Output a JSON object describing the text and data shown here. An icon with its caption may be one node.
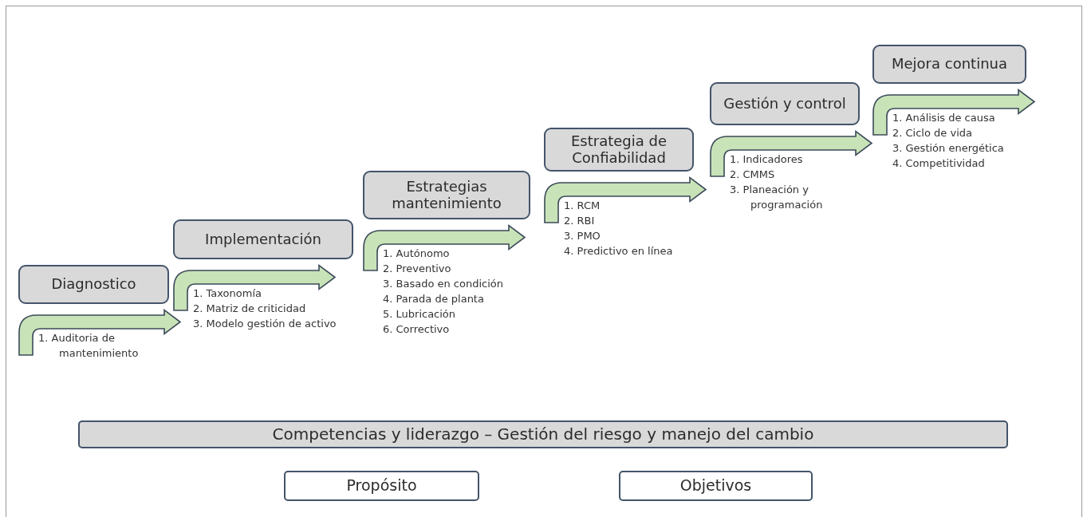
{
  "diagram": {
    "nodes": [
      {
        "text": [
          "Diagnostico"
        ],
        "beside": [
          "1. Auditoria de mantenimiento"
        ]
      },
      {
        "text": [
          "Implementación"
        ],
        "beside": [
          "1. Taxonomía",
          "2. Matriz de criticidad",
          "3. Modelo gestión de activo"
        ]
      },
      {
        "text": [
          "Estrategias mantenimiento"
        ],
        "beside": [
          "1. Autónomo",
          "2. Preventivo",
          "3. Basado en condición",
          "4. Parada de planta",
          "5. Lubricación",
          "6. Correctivo"
        ]
      },
      {
        "text": [
          "Estrategia de Confiabilidad"
        ],
        "beside": [
          "1. RCM",
          "2. RBI",
          "3. PMO",
          "4. Predictivo en línea"
        ]
      },
      {
        "text": [
          "Gestión y control"
        ],
        "beside": [
          "1. Indicadores",
          "2. CMMS",
          "3. Planeación y programación"
        ]
      },
      {
        "text": [
          "Mejora continua"
        ],
        "beside": [
          "1. Análisis de causa",
          "2. Ciclo de vida",
          "3. Gestión energética",
          "4. Competitividad"
        ]
      },
      {
        "text": [
          "Competencias y liderazgo – Gestión del riesgo y manejo del cambio"
        ]
      },
      {
        "text": [
          "Propósito"
        ]
      },
      {
        "text": [
          "Objetivos"
        ]
      }
    ],
    "edges": [
      {
        "from": 0,
        "to": null,
        "arrow": "to",
        "style": "thick"
      },
      {
        "from": 1,
        "to": null,
        "arrow": "to",
        "style": "thick"
      },
      {
        "from": 2,
        "to": null,
        "arrow": "to",
        "style": "thick"
      },
      {
        "from": 3,
        "to": null,
        "arrow": "to",
        "style": "thick"
      },
      {
        "from": 4,
        "to": null,
        "arrow": "to",
        "style": "thick"
      },
      {
        "from": 5,
        "to": null,
        "arrow": "to",
        "style": "thick"
      }
    ]
  }
}
